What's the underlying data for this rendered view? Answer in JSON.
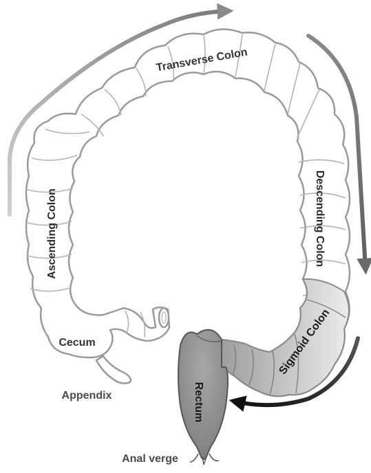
{
  "labels": {
    "transverse": "Transverse Colon",
    "descending": "Descending Colon",
    "ascending": "Ascending Colon",
    "sigmoid": "Sigmoid Colon",
    "cecum": "Cecum",
    "appendix": "Appendix",
    "rectum": "Rectum",
    "anal_verge": "Anal verge"
  },
  "colors": {
    "colon_outline": "#9a9a9a",
    "colon_fill": "#ffffff",
    "rectum_fill": "#9c9c9c",
    "arrow_light": "#b8b8b8",
    "arrow_mid": "#8a8a8a",
    "arrow_dark": "#222222",
    "text": "#333333"
  }
}
